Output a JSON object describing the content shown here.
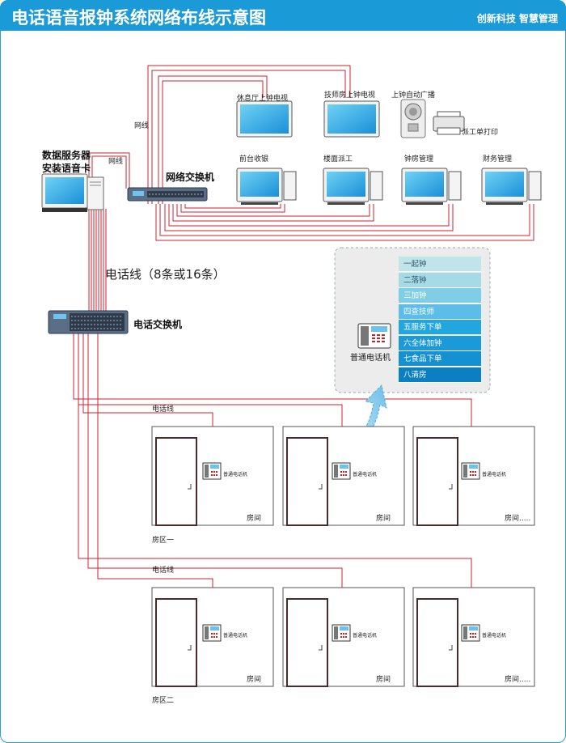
{
  "header": {
    "title": "电话语音报钟系统网络布线示意图",
    "brand": "创新科技 智慧管理"
  },
  "devices": {
    "server": "数据服务器",
    "voice_card": "安装语音卡",
    "network_switch": "网络交换机",
    "phone_switch": "电话交换机",
    "tv_rest": "休息厅上钟电视",
    "tv_tech": "技师房上钟电视",
    "broadcast": "上钟自动广播",
    "printer": "派工单打印",
    "pc_front": "前台收银",
    "pc_floor": "楼面派工",
    "pc_clock": "钟房管理",
    "pc_finance": "财务管理",
    "phone": "普通电话机"
  },
  "cables": {
    "net1": "网线",
    "net2": "网线",
    "phone_bundle": "电话线（8条或16条）",
    "phone_line1": "电话线",
    "phone_line2": "电话线"
  },
  "commands": [
    "一起钟",
    "二落钟",
    "三加钟",
    "四查技师",
    "五服务下单",
    "六全体加钟",
    "七食品下单",
    "八清房"
  ],
  "command_colors": [
    "#bfe4ea",
    "#a6dbe6",
    "#7fcde6",
    "#5bbde8",
    "#22a6e0",
    "#1a9ad8",
    "#1590d0",
    "#0b7fc2"
  ],
  "zones": [
    {
      "label": "房区一",
      "rooms": [
        "房间",
        "房间",
        "房间....."
      ],
      "phone_label": "普通电话机"
    },
    {
      "label": "房区二",
      "rooms": [
        "房间",
        "房间",
        "房间....."
      ],
      "phone_label": "普通电话机"
    }
  ],
  "colors": {
    "accent": "#1a9ad6",
    "cable": "#d02030"
  }
}
